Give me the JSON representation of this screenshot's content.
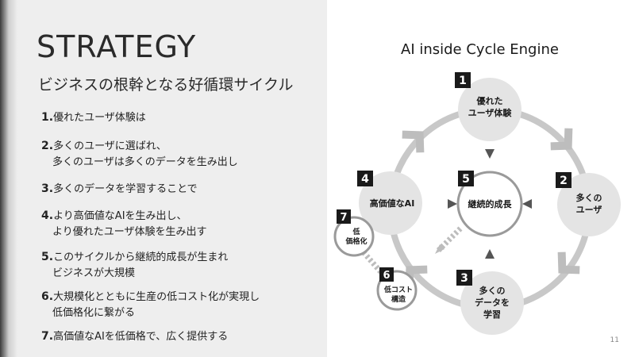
{
  "slide": {
    "title": "STRATEGY",
    "subtitle": "ビジネスの根幹となる好循環サイクル",
    "page_number": "11"
  },
  "points": [
    {
      "num": "1.",
      "text": "優れたユーザ体験は",
      "text2": ""
    },
    {
      "num": "2.",
      "text": "多くのユーザに選ばれ、",
      "text2": "多くのユーザは多くのデータを生み出し"
    },
    {
      "num": "3.",
      "text": "多くのデータを学習することで",
      "text2": ""
    },
    {
      "num": "4.",
      "text": "より高価値なAIを生み出し、",
      "text2": "より優れたユーザ体験を生み出す"
    },
    {
      "num": "5.",
      "text": "このサイクルから継続的成長が生まれ",
      "text2": "ビジネスが大規模"
    },
    {
      "num": "6.",
      "text": "大規模化とともに生産の低コスト化が実現し",
      "text2": "低価格化に繋がる"
    },
    {
      "num": "7.",
      "text": "高価値なAIを低価格で、広く提供する",
      "text2": ""
    }
  ],
  "diagram": {
    "title": "AI inside Cycle Engine",
    "nodes": [
      {
        "badge": "1",
        "lines": [
          "優れた",
          "ユーザ体験"
        ]
      },
      {
        "badge": "2",
        "lines": [
          "多くの",
          "ユーザ"
        ]
      },
      {
        "badge": "3",
        "lines": [
          "多くの",
          "データを",
          "学習"
        ]
      },
      {
        "badge": "4",
        "lines": [
          "高価値なAI"
        ]
      },
      {
        "badge": "5",
        "lines": [
          "継続的成長"
        ]
      },
      {
        "badge": "6",
        "lines": [
          "低コスト",
          "構造"
        ]
      },
      {
        "badge": "7",
        "lines": [
          "低",
          "価格化"
        ]
      }
    ]
  }
}
